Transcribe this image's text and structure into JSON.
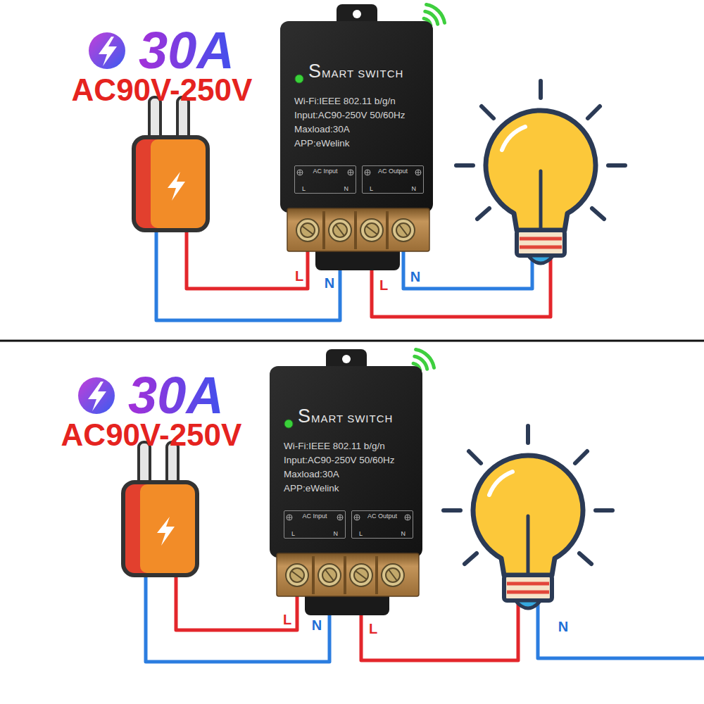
{
  "diagram": {
    "nodes": [
      {
        "text": [
          "SMART SWITCH",
          "Wi-Fi:IEEE 802.11 b/g/n",
          "Input:AC90-250V 50/60Hz",
          "Maxload:30A",
          "APP:eWelink"
        ]
      },
      {
        "text": [
          "AC Input",
          "L",
          "N"
        ],
        "in": 0
      },
      {
        "text": [
          "AC Output",
          "L",
          "N"
        ],
        "in": 0
      },
      {
        "text": [
          "SMART SWITCH",
          "Wi-Fi:IEEE 802.11 b/g/n",
          "Input:AC90-250V 50/60Hz",
          "Maxload:30A",
          "APP:eWelink"
        ]
      },
      {
        "text": [
          "AC Input",
          "L",
          "N"
        ],
        "in": 3
      },
      {
        "text": [
          "AC Output",
          "L",
          "N"
        ],
        "in": 3
      }
    ],
    "labels": [
      "30A",
      "AC90V-250V",
      "L",
      "N",
      "L",
      "N",
      "30A",
      "AC90V-250V",
      "L",
      "N",
      "L",
      "N"
    ]
  }
}
